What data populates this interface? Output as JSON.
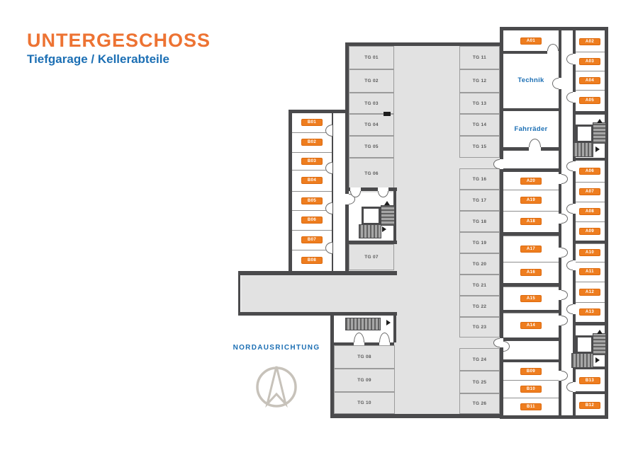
{
  "header": {
    "title": "UNTERGESCHOSS",
    "subtitle": "Tiefgarage / Kellerabteile"
  },
  "north": {
    "label": "NORDAUSRICHTUNG"
  },
  "rooms": {
    "technik": "Technik",
    "fahrraeder": "Fahrräder"
  },
  "parking": {
    "west_top": [
      "TG 01",
      "TG 02",
      "TG 03",
      "TG 04",
      "TG 05",
      "TG 06"
    ],
    "west_mid": [
      "TG 07"
    ],
    "west_bottom": [
      "TG 08",
      "TG 09",
      "TG 10"
    ],
    "east_top": [
      "TG 11",
      "TG 12",
      "TG 13",
      "TG 14",
      "TG 15"
    ],
    "east_mid": [
      "TG 16",
      "TG 17",
      "TG 18",
      "TG 19",
      "TG 20",
      "TG 21",
      "TG 22",
      "TG 23"
    ],
    "east_bottom": [
      "TG 24",
      "TG 25",
      "TG 26"
    ]
  },
  "compartments": {
    "b_left": [
      "B01",
      "B02",
      "B03",
      "B04",
      "B05",
      "B06",
      "B07",
      "B08"
    ],
    "a_top": [
      "A01"
    ],
    "a_right_top": [
      "A02",
      "A03",
      "A04",
      "A05"
    ],
    "a_right_mid": [
      "A06",
      "A07",
      "A08",
      "A09",
      "A10",
      "A11",
      "A12",
      "A13"
    ],
    "a_left_mid": [
      "A20",
      "A19",
      "A18",
      "A17",
      "A16",
      "A15",
      "A14"
    ],
    "b_bottom_left": [
      "B09",
      "B10",
      "B11"
    ],
    "b_bottom_right": [
      "B13",
      "B12"
    ]
  },
  "colors": {
    "accent_orange": "#ED7333",
    "accent_blue": "#1C6FB4",
    "wall": "#4A4A4C",
    "floor": "#E2E2E2",
    "badge_fill": "#EE7D1F",
    "badge_border": "#DD6A0D",
    "compass": "#C7C2BA"
  }
}
